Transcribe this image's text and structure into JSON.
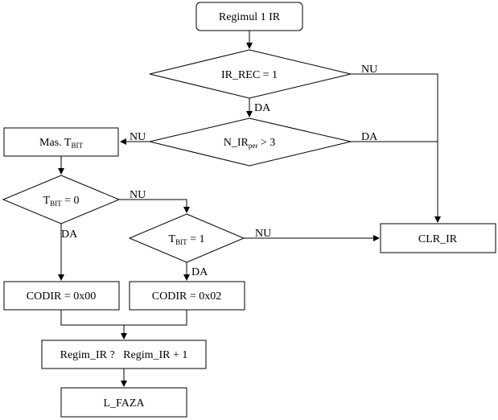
{
  "nodes": {
    "start": {
      "text": "Regimul 1 IR"
    },
    "ir_rec_check": {
      "text": "IR_REC = 1"
    },
    "n_ir_check": {
      "main": "N_IR",
      "sub": "per",
      "tail": " > 3"
    },
    "mas_tbit": {
      "main": "Mas. T",
      "sub": "BIT"
    },
    "tbit0_check": {
      "main": "T",
      "sub": "BIT",
      "tail": " = 0"
    },
    "tbit1_check": {
      "main": "T",
      "sub": "BIT",
      "tail": " = 1"
    },
    "clr_ir": {
      "text": "CLR_IR"
    },
    "codir00": {
      "text": "CODIR = 0x00"
    },
    "codir02": {
      "text": "CODIR = 0x02"
    },
    "regim_inc": {
      "text": "Regim_IR ?   Regim_IR + 1"
    },
    "l_faza": {
      "text": "L_FAZA"
    }
  },
  "edge_labels": {
    "ir_rec_no": "NU",
    "ir_rec_yes": "DA",
    "n_ir_no": "NU",
    "n_ir_yes": "DA",
    "tbit0_no": "NU",
    "tbit0_yes": "DA",
    "tbit1_no": "NU",
    "tbit1_yes": "DA"
  }
}
